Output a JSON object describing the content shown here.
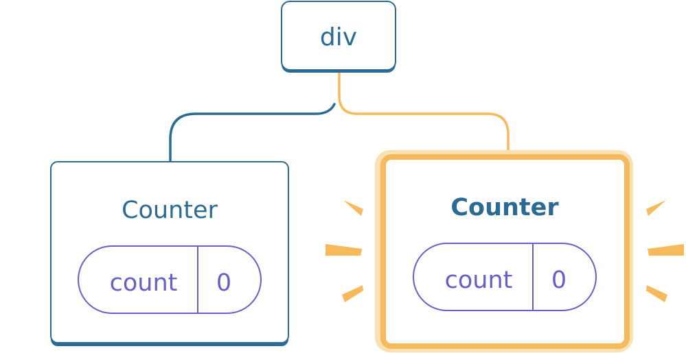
{
  "diagram": {
    "root": {
      "label": "div"
    },
    "left": {
      "title": "Counter",
      "state": {
        "name": "count",
        "value": "0"
      }
    },
    "right": {
      "title": "Counter",
      "state": {
        "name": "count",
        "value": "0"
      },
      "highlighted": true
    }
  },
  "colors": {
    "blue": "#2b6a93",
    "orange": "#f6b95c",
    "orange_glow": "#fbe0b4",
    "purple": "#6460c8",
    "shadow": "#2b6a93"
  }
}
